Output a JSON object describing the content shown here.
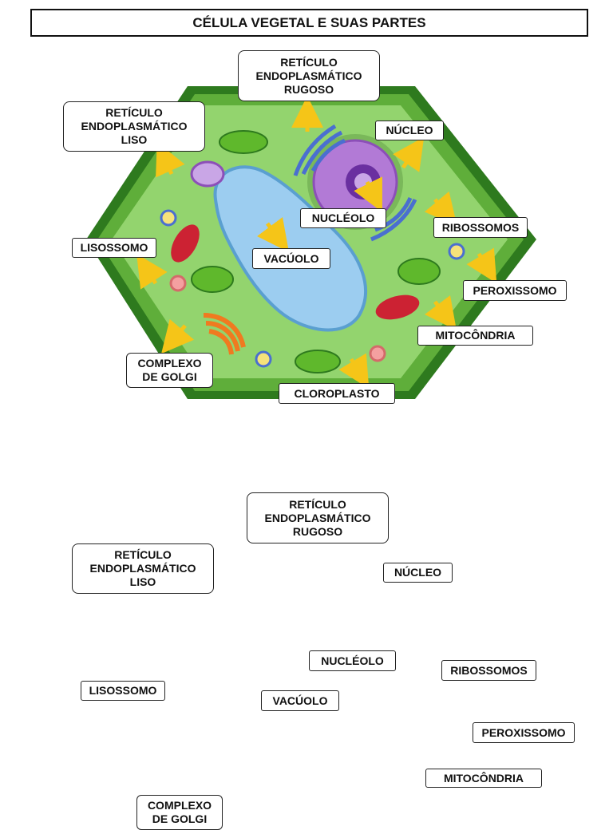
{
  "title": "CÉLULA VEGETAL E SUAS PARTES",
  "labels": {
    "rer": "RETÍCULO\nENDOPLASMÁTICO\nRUGOSO",
    "rel": "RETÍCULO\nENDOPLASMÁTICO\nLISO",
    "nucleo": "NÚCLEO",
    "nucleolo": "NUCLÉOLO",
    "ribossomos": "RIBOSSOMOS",
    "lisossomo": "LISOSSOMO",
    "vacuolo": "VACÚOLO",
    "peroxissomo": "PEROXISSOMO",
    "mitocondria": "MITOCÔNDRIA",
    "golgi": "COMPLEXO\nDE GOLGI",
    "cloroplasto": "CLOROPLASTO"
  },
  "colors": {
    "cell_wall": "#3f8f2a",
    "cytoplasm": "#8fd06a",
    "vacuole": "#9ccdf0",
    "nucleus": "#b27ad6",
    "arrow": "#f5c518",
    "mitochondria": "#cc2233",
    "golgi": "#f07a20",
    "chloroplast": "#5fb82c"
  }
}
